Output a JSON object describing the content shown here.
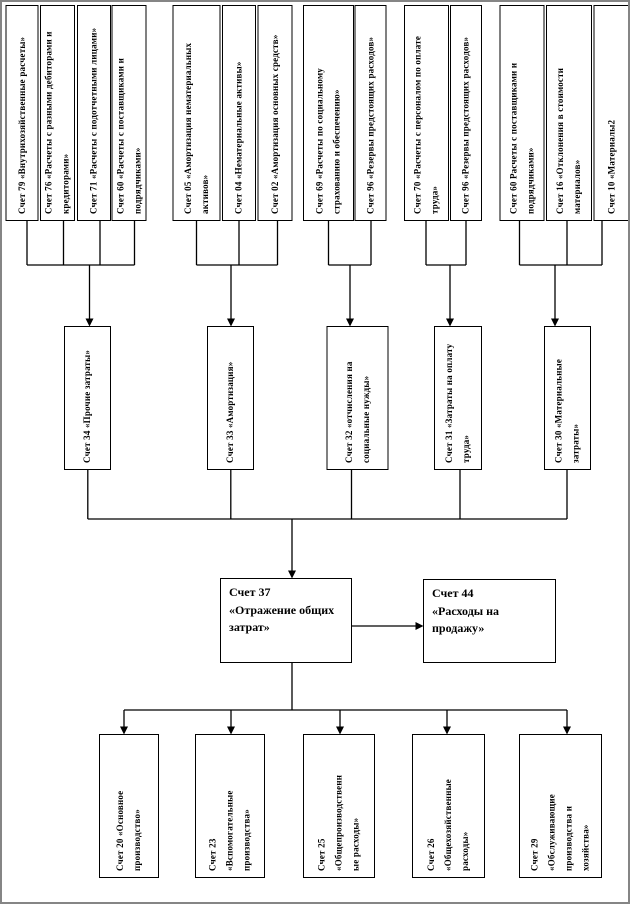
{
  "diagram_title": "",
  "accounts": {
    "top": [
      "Счет 79 «Внутрихозяйственные расчеты»",
      "Счет 76 «Расчеты с разными дебиторами и\nкредиторами»",
      "Счет 71 «Расчеты с подотчетными лицами»",
      "Счет 60 «Расчеты с поставщиками и\nподрядчиками»",
      "Счет 05 «Амортизация нематериальных\nактивов»",
      "Счет 04 «Нематериальные активы»",
      "Счет 02 «Амортизация основных средств»",
      "Счет 69 «Расчеты по социальному\nстрахованию и обеспечению»",
      "Счет 96 «Резервы предстоящих расходов»",
      "Счет 70 «Расчеты с персоналом по оплате\nтруда»",
      "Счет 96 «Резервы предстоящих расходов»",
      "Счет 60 Расчеты с поставщиками и\nподрядчиками»",
      "Счет 16 «Отклонения в стоимости\nматериалов»",
      "Счет 10 «Материалы2"
    ],
    "middle": [
      "Счет 34 «Прочие затраты»",
      "Счет 33 «Амортизация»",
      "Счет 32 «отчисления на\nсоциальные нужды»",
      "Счет 31 «Затраты на оплату\nтруда»",
      "Счет 30 «Материальные\nзатраты»"
    ],
    "center": {
      "reflect": "Счет 37\n«Отражение общих\nзатрат»",
      "sales": "Счет 44\n«Расходы на\nпродажу»"
    },
    "bottom": [
      "Счет 20 «Основное\nпроизводство»",
      "Счет 23\n«Вспомогательные\nпроизводства»",
      "Счет 25\n«Общепроизводственн\nые расходы»",
      "Счет 26\n«Общехозяйственные\nрасходы»",
      "Счет 29\n«Обслуживающие\nпроизводства и\nхозяйства»"
    ]
  },
  "colors": {
    "line": "#000000",
    "border": "#858585",
    "background": "#ffffff"
  }
}
